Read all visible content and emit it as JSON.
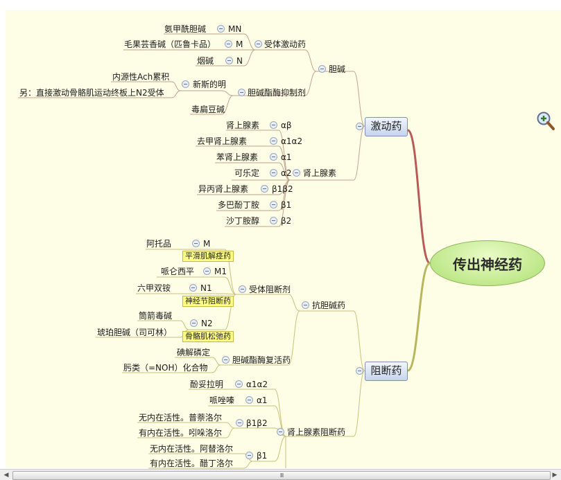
{
  "root": "传出神经药",
  "branches": {
    "agonist": "激动药",
    "antagonist": "阻断药"
  },
  "agonist": {
    "choline": "胆碱",
    "receptor_agonist": "受体激动药",
    "methacholine": "氨甲酰胆碱",
    "methacholine_r": "MN",
    "pilocarpine": "毛果芸香碱（匹鲁卡品）",
    "pilocarpine_r": "M",
    "nicotine": "烟碱",
    "nicotine_r": "N",
    "anticholinesterase": "胆碱酯酶抑制剂",
    "neostigmine": "新斯的明",
    "neostigmine_d1": "内源性Ach累积",
    "neostigmine_d2": "另：直接激动骨骼肌运动终板上N2受体",
    "physostigmine": "毒扁豆碱",
    "adrenergic": "肾上腺素",
    "items": [
      {
        "drug": "肾上腺素",
        "r": "αβ"
      },
      {
        "drug": "去甲肾上腺素",
        "r": "α1α2"
      },
      {
        "drug": "苯肾上腺素",
        "r": "α1"
      },
      {
        "drug": "可乐定",
        "r": "α2"
      },
      {
        "drug": "异丙肾上腺素",
        "r": "β1β2"
      },
      {
        "drug": "多巴酚丁胺",
        "r": "β1"
      },
      {
        "drug": "沙丁胺醇",
        "r": "β2"
      }
    ]
  },
  "antagonist": {
    "anticholinergic": "抗胆碱药",
    "receptor_blocker": "受体阻断剂",
    "atropine": "阿托品",
    "atropine_r": "M",
    "smooth_label": "平滑肌解痉药",
    "pirenzepine": "哌仑西平",
    "pirenzepine_r": "M1",
    "hexamethonium": "六甲双铵",
    "hexamethonium_r": "N1",
    "ganglion_label": "神经节阻断药",
    "curare": "筒箭毒碱",
    "succinyl": "琥珀胆碱（司可林）",
    "nm_r": "N2",
    "muscle_label": "骨骼肌松弛药",
    "reactivator": "胆碱酯酶复活药",
    "pam": "碘解磷定",
    "oxime": "肟类（=NOH）化合物",
    "adrenergic_blocker": "肾上腺素阻断药",
    "phentolamine": "酚妥拉明",
    "phentolamine_r": "α1α2",
    "prazosin": "哌唑嗪",
    "prazosin_r": "α1",
    "b1b2": "β1β2",
    "propranolol": "无内在活性。普萘洛尔",
    "pindolol": "有内在活性。吲哚洛尔",
    "b1": "β1",
    "atenolol": "无内在活性。阿替洛尔",
    "acebutolol": "有内在活性。醋丁洛尔"
  },
  "colors": {
    "paper": "#fefee6",
    "agonist_branch": "#b85b58",
    "antagonist_branch": "#b8b65a",
    "highlight": "#ffff88"
  },
  "icons": {
    "zoom": "zoom-in-icon",
    "scroll_left": "arrow-left-icon",
    "scroll_right": "arrow-right-icon"
  },
  "scrollbar": {
    "grip": "Ⅲ"
  }
}
